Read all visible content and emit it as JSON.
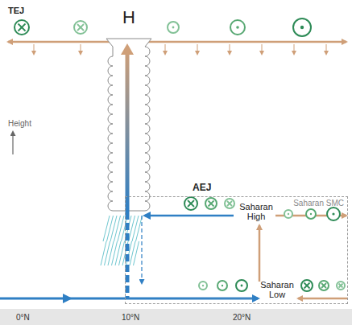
{
  "diagram": {
    "nodes": [
      {
        "text": [
          "Saharan SMC"
        ]
      }
    ],
    "labels": [
      "TEJ",
      "H",
      "Height",
      "AEJ",
      "Saharan High",
      "Saharan Low",
      "0°N",
      "10°N",
      "20°N"
    ]
  }
}
